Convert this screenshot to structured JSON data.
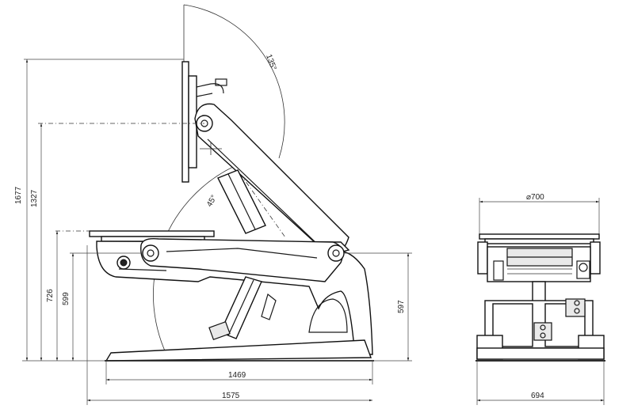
{
  "dimensions": {
    "height_total": "1677",
    "height_pivot": "1327",
    "height_table": "726",
    "height_arm": "599",
    "height_right": "597",
    "angle_tilt": "135°",
    "angle_lower": "45°",
    "length_inner": "1469",
    "length_total": "1575",
    "diameter_table": "⌀700",
    "width_base": "694"
  },
  "colors": {
    "line": "#1a1a1a",
    "background": "#ffffff"
  }
}
